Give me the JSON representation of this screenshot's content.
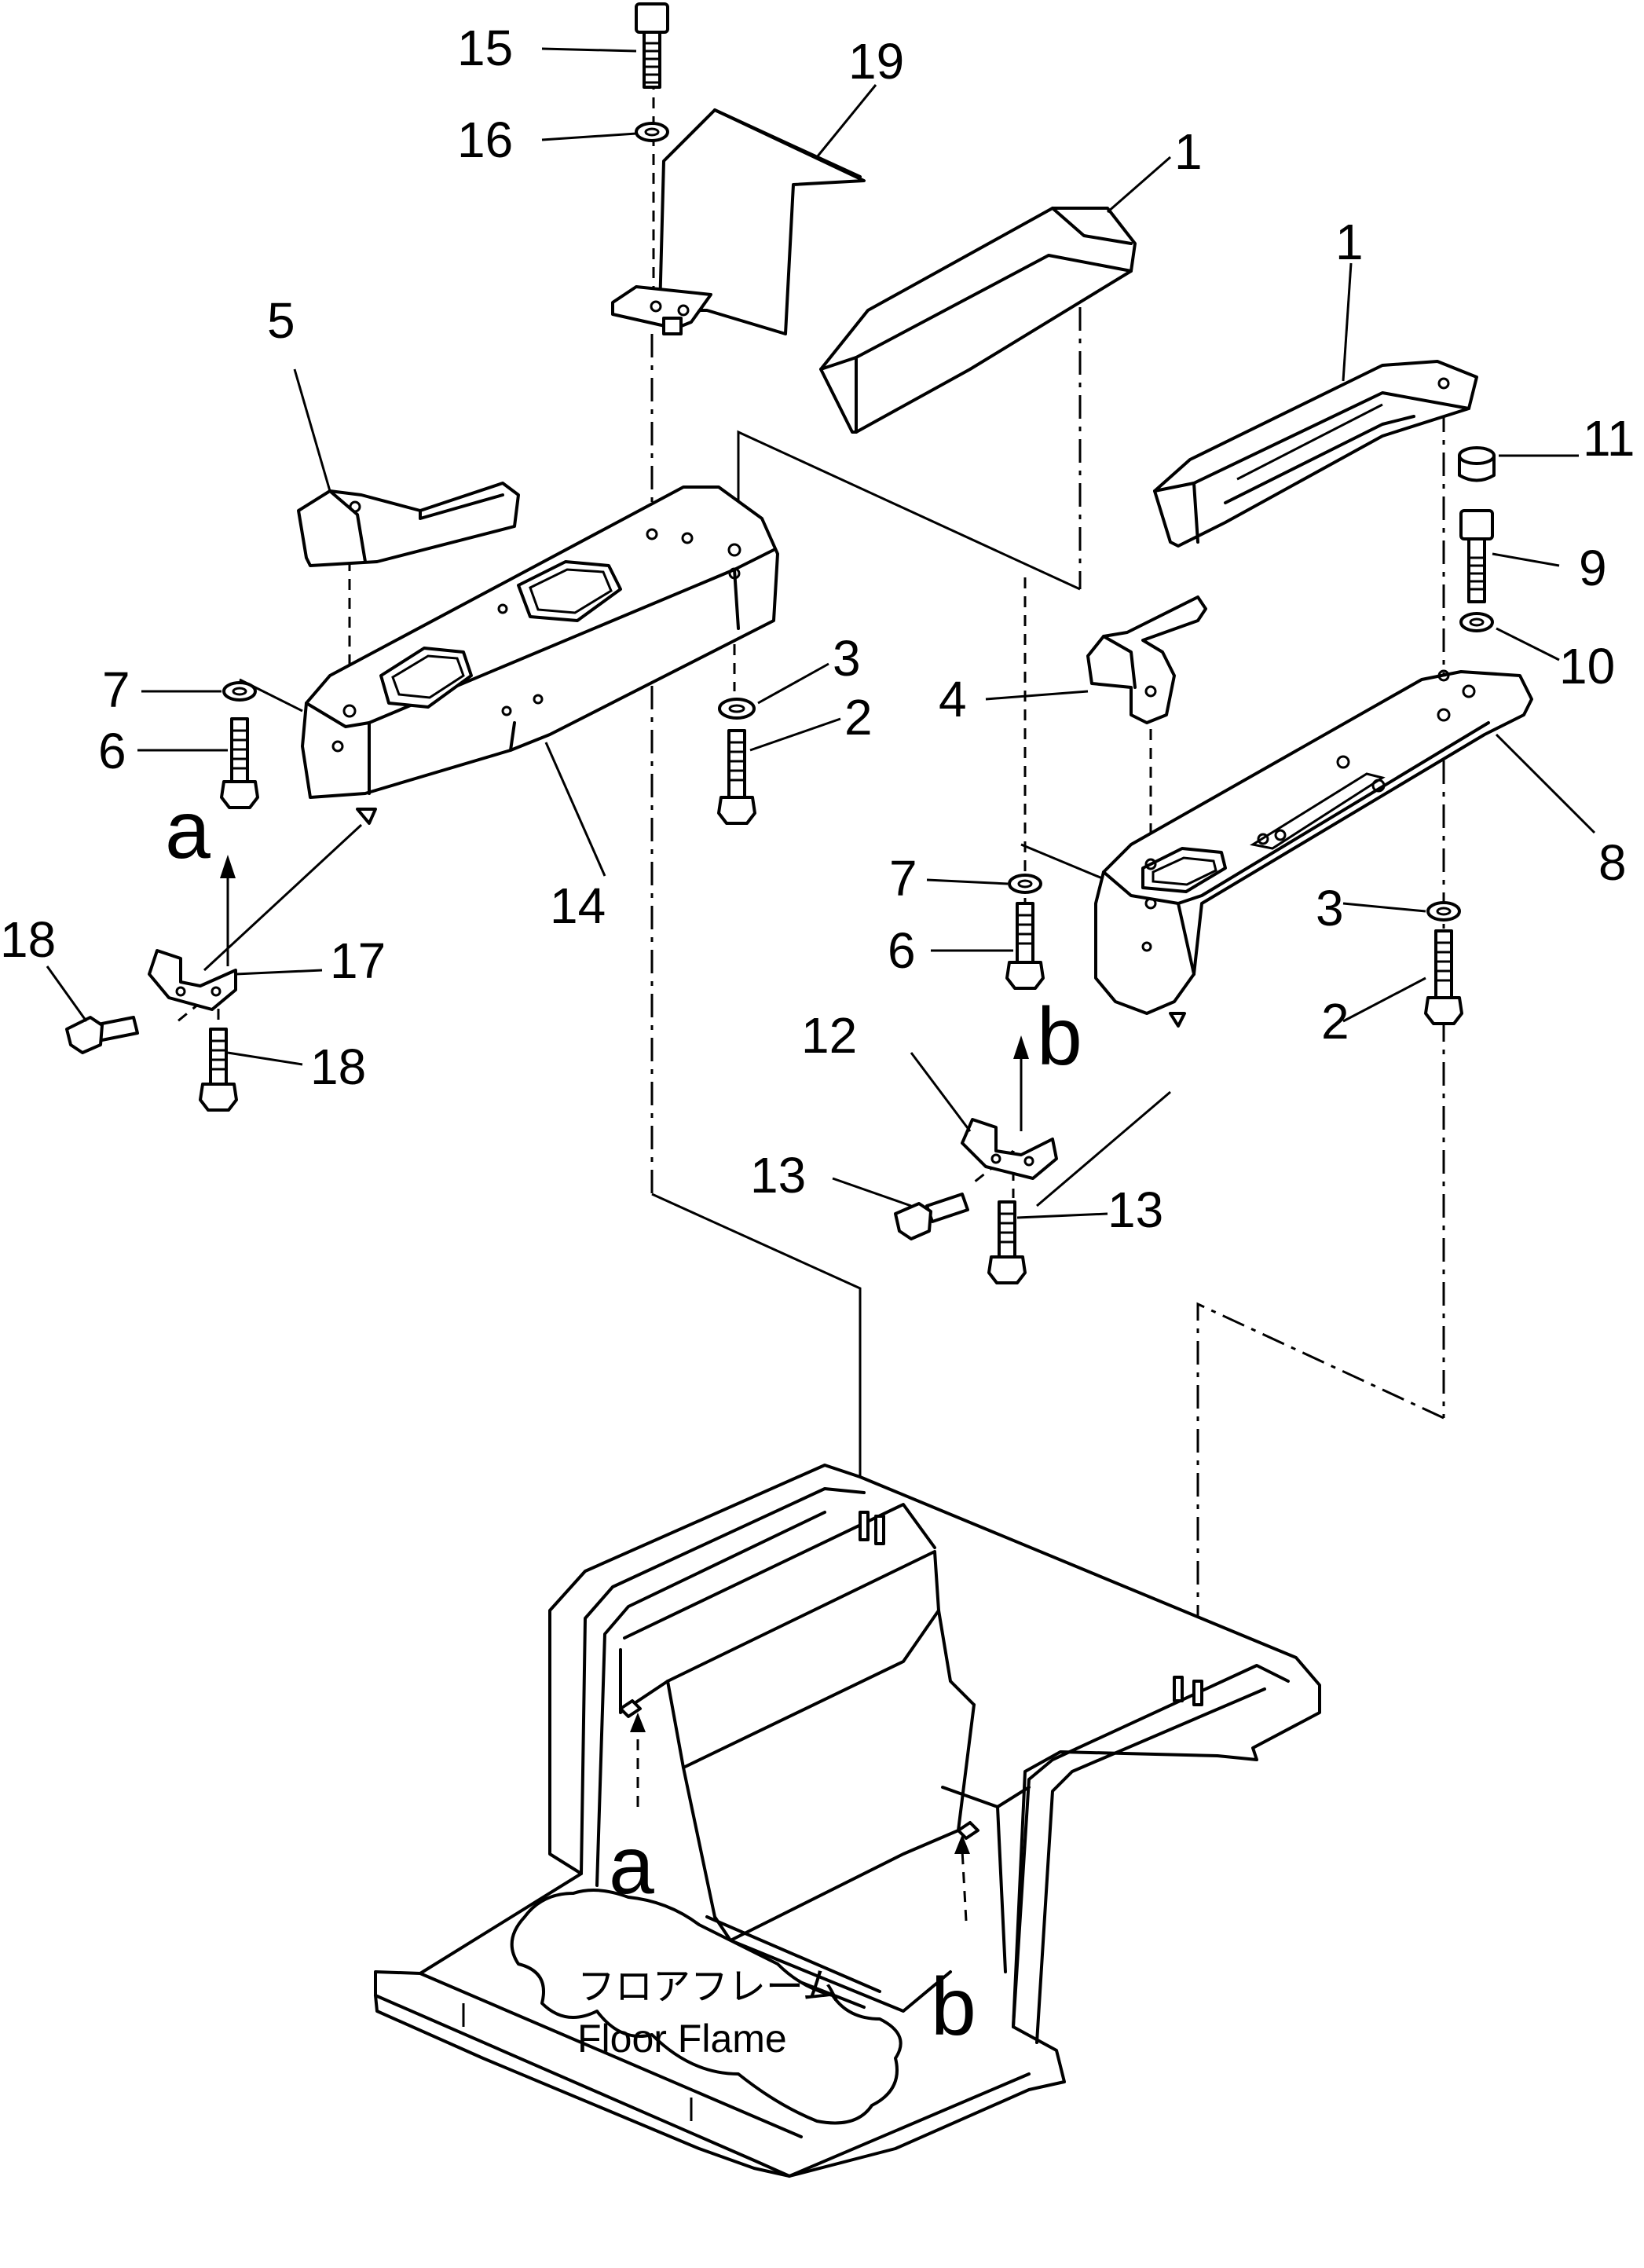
{
  "callouts": [
    {
      "id": "c15",
      "label": "15"
    },
    {
      "id": "c16",
      "label": "16"
    },
    {
      "id": "c19",
      "label": "19"
    },
    {
      "id": "c1a",
      "label": "1"
    },
    {
      "id": "c1b",
      "label": "1"
    },
    {
      "id": "c5",
      "label": "5"
    },
    {
      "id": "c11",
      "label": "11"
    },
    {
      "id": "c9",
      "label": "9"
    },
    {
      "id": "c10",
      "label": "10"
    },
    {
      "id": "c3a",
      "label": "3"
    },
    {
      "id": "c4",
      "label": "4"
    },
    {
      "id": "c7a",
      "label": "7"
    },
    {
      "id": "c2a",
      "label": "2"
    },
    {
      "id": "c6a",
      "label": "6"
    },
    {
      "id": "c8",
      "label": "8"
    },
    {
      "id": "c14",
      "label": "14"
    },
    {
      "id": "c7b",
      "label": "7"
    },
    {
      "id": "c3b",
      "label": "3"
    },
    {
      "id": "c18a",
      "label": "18"
    },
    {
      "id": "c17",
      "label": "17"
    },
    {
      "id": "c6b",
      "label": "6"
    },
    {
      "id": "c2b",
      "label": "2"
    },
    {
      "id": "c18b",
      "label": "18"
    },
    {
      "id": "c12",
      "label": "12"
    },
    {
      "id": "c13a",
      "label": "13"
    },
    {
      "id": "c13b",
      "label": "13"
    }
  ],
  "view_letters": {
    "a_top": "a",
    "b_top": "b",
    "a_frame": "a",
    "b_frame": "b"
  },
  "frame_caption": {
    "jp": "フロアフレーム",
    "en": "Floor Flame"
  }
}
